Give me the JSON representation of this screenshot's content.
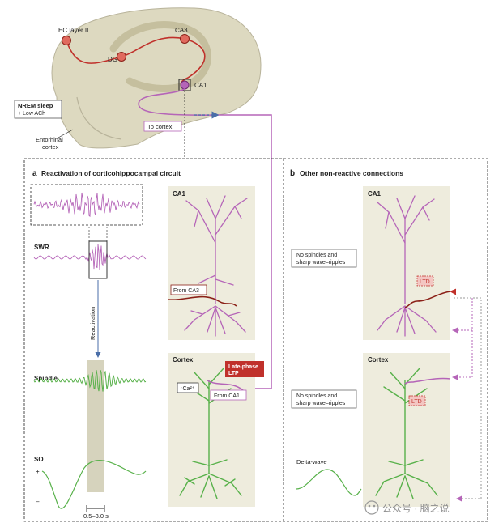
{
  "brain": {
    "labels": {
      "ec_layer": "EC layer II",
      "dg": "DG",
      "ca3": "CA3",
      "ca1": "CA1",
      "entorhinal_line1": "Entorhinal",
      "entorhinal_line2": "cortex",
      "to_cortex": "To cortex"
    },
    "state_box": {
      "line1": "NREM sleep",
      "line2": "+ Low ACh"
    }
  },
  "panel_a": {
    "letter": "a",
    "title": "Reactivation of corticohippocampal circuit",
    "traces": {
      "swr": "SWR",
      "spindle": "Spindle",
      "so": "SO",
      "plus": "+",
      "minus": "–"
    },
    "reactivation": "Reactivation",
    "timescale": "0.5–3.0 s",
    "ca1": {
      "title": "CA1",
      "from_ca3": "From CA3"
    },
    "cortex": {
      "title": "Cortex",
      "ltp_line1": "Late-phase",
      "ltp_line2": "LTP",
      "calcium": "↑Ca²⁺",
      "from_ca1": "From CA1"
    }
  },
  "panel_b": {
    "letter": "b",
    "title": "Other non-reactive connections",
    "ca1": {
      "title": "CA1",
      "note_line1": "No spindles and",
      "note_line2": "sharp wave–ripples",
      "ltd": "LTD"
    },
    "cortex": {
      "title": "Cortex",
      "note_line1": "No spindles and",
      "note_line2": "sharp wave–ripples",
      "ltd": "LTD"
    },
    "delta": "Delta-wave"
  },
  "watermark": "公众号 · 脑之说",
  "colors": {
    "brain_fill": "#ddd9c0",
    "panel_bg": "#eeecdd",
    "purple": "#b565b8",
    "green": "#58b14a",
    "red": "#c0312b",
    "dark_red": "#8b2118",
    "ltd_pink": "#f3c6c2",
    "highlight_band": "#d6d3bd"
  }
}
